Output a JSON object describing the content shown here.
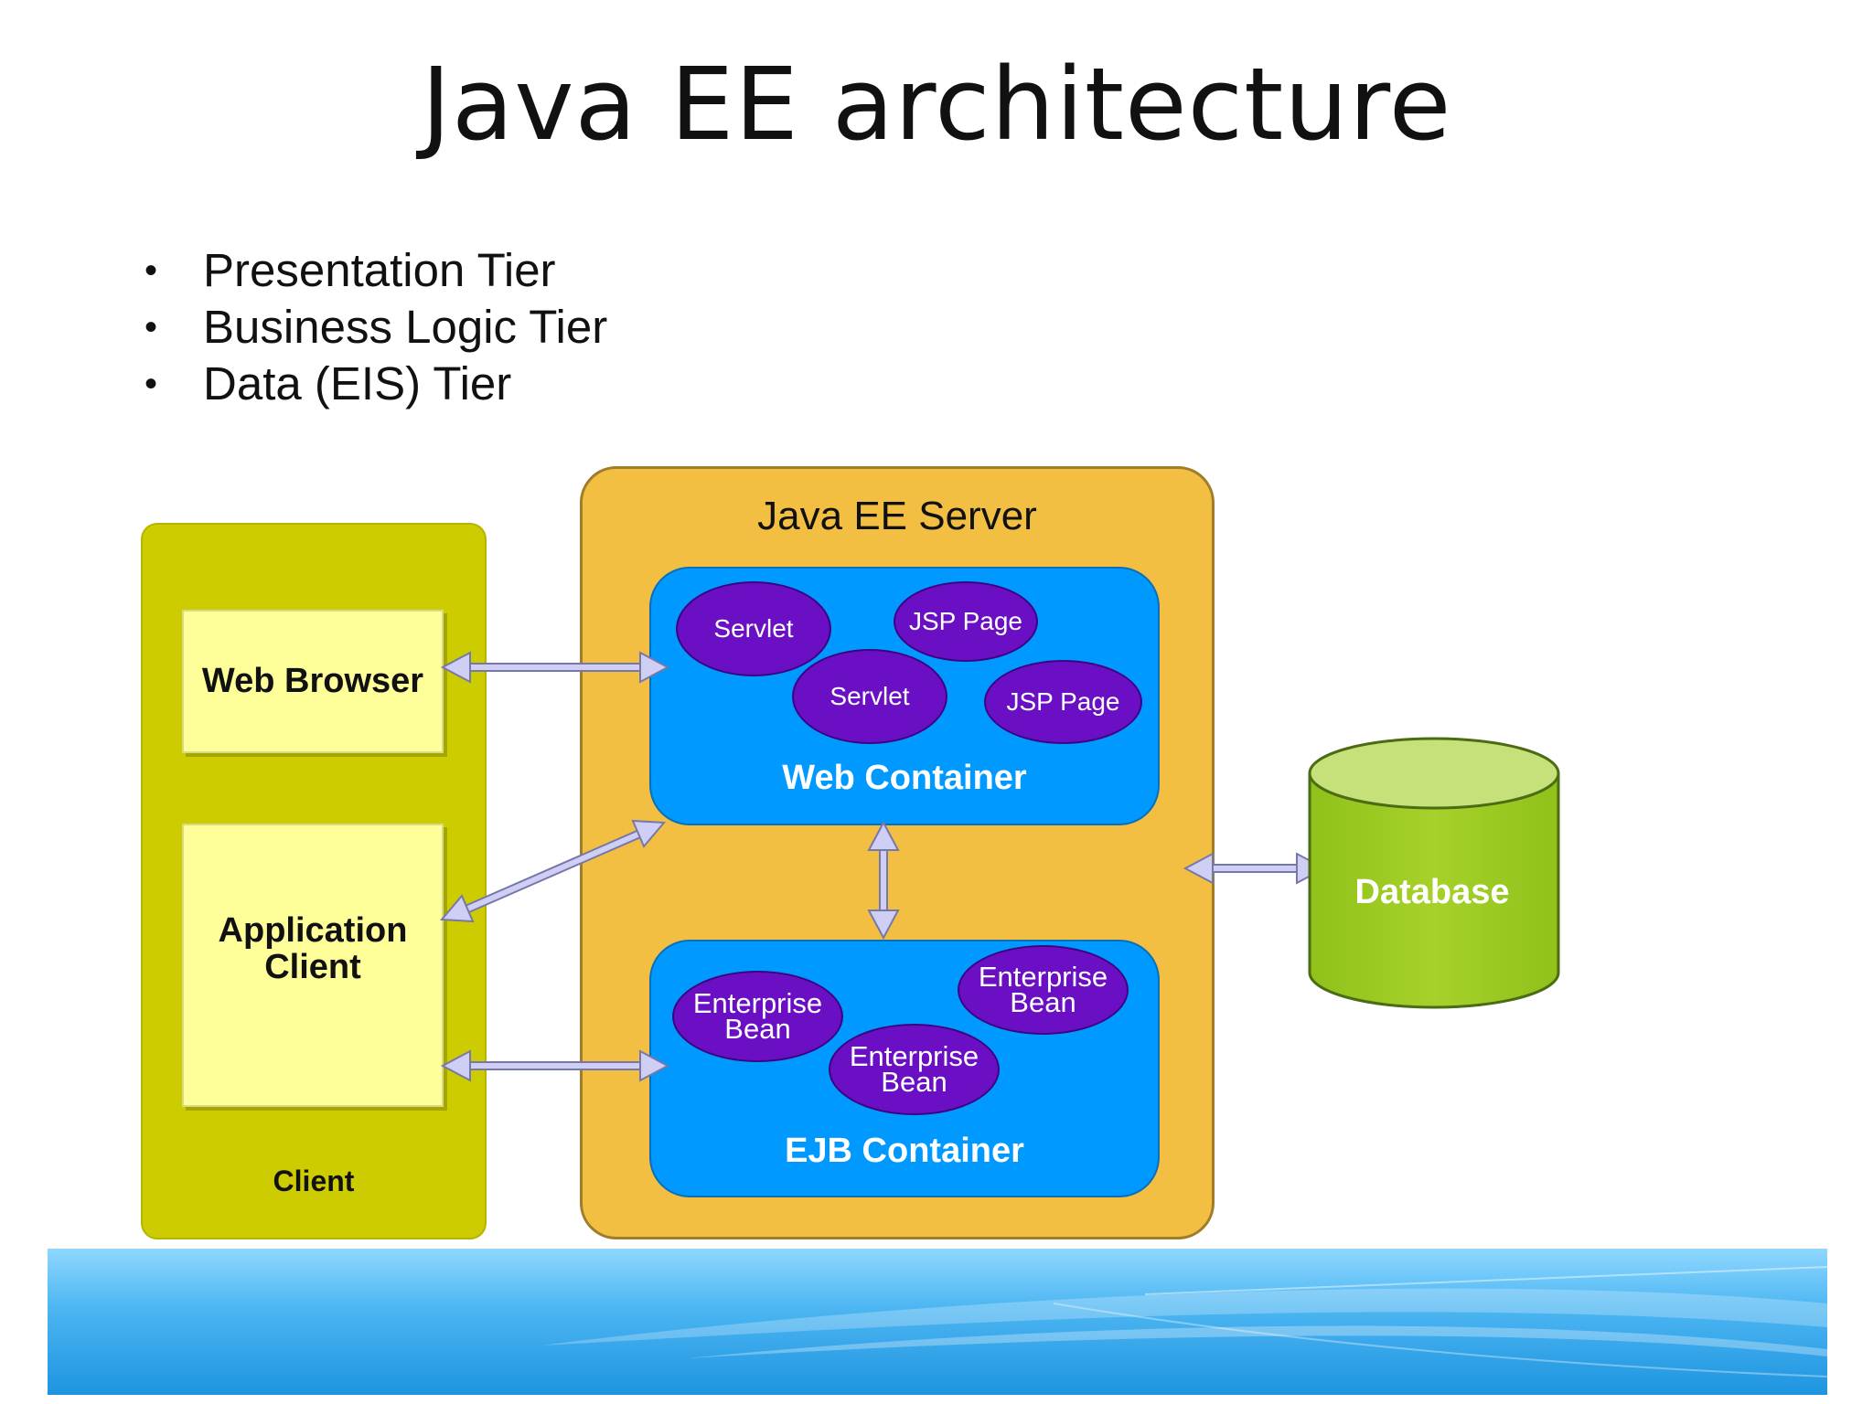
{
  "slide": {
    "title": "Java EE architecture",
    "bullets": [
      "Presentation Tier",
      "Business Logic Tier",
      "Data (EIS) Tier"
    ]
  },
  "diagram": {
    "client": {
      "label": "Client",
      "web_browser": "Web Browser",
      "application_client": [
        "Application",
        "Client"
      ]
    },
    "server": {
      "label": "Java EE Server",
      "web_container": {
        "label": "Web Container",
        "components": [
          "Servlet",
          "JSP Page",
          "Servlet",
          "JSP Page"
        ]
      },
      "ejb_container": {
        "label": "EJB Container",
        "components": [
          [
            "Enterprise",
            "Bean"
          ],
          [
            "Enterprise",
            "Bean"
          ],
          [
            "Enterprise",
            "Bean"
          ]
        ]
      }
    },
    "database": {
      "label": "Database"
    }
  },
  "colors": {
    "client_panel": "#cccc00",
    "client_box": "#ffff99",
    "server_panel": "#f2bf42",
    "container": "#0099ff",
    "component": "#6a0fc4",
    "database": "#99cc22",
    "arrow": "#c9c9f2"
  }
}
